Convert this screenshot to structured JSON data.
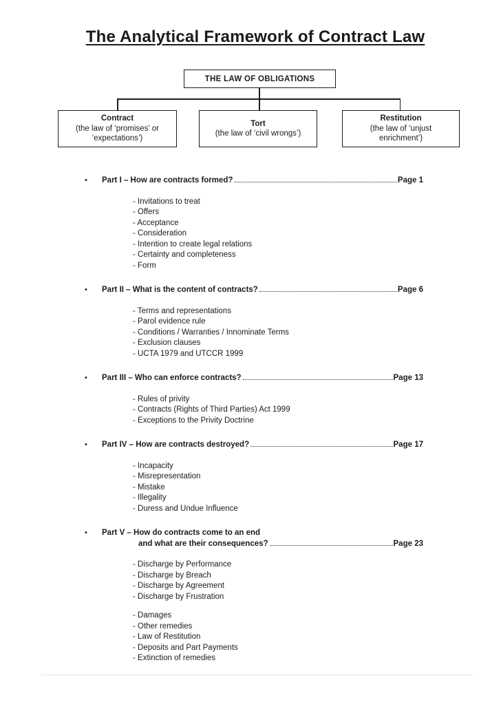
{
  "document": {
    "title": "The Analytical Framework of Contract Law"
  },
  "diagram": {
    "root_label": "THE LAW OF OBLIGATIONS",
    "branches": [
      {
        "name": "Contract",
        "description": "(the law of ‘promises’ or ‘expectations’)"
      },
      {
        "name": "Tort",
        "description": "(the law of ‘civil wrongs’)"
      },
      {
        "name": "Restitution",
        "description": "(the law of ‘unjust enrichment’)"
      }
    ]
  },
  "toc": {
    "bullet": "•",
    "parts": [
      {
        "heading": "Part I – How are contracts formed?",
        "page": "Page 1",
        "items": [
          "- Invitations to treat",
          "- Offers",
          "- Acceptance",
          "- Consideration",
          "- Intention to create legal relations",
          "- Certainty and completeness",
          "- Form"
        ]
      },
      {
        "heading": "Part II – What is the content of contracts?",
        "page": "Page 6",
        "items": [
          "- Terms and representations",
          "- Parol evidence rule",
          "- Conditions / Warranties / Innominate Terms",
          "- Exclusion clauses",
          "- UCTA 1979 and UTCCR 1999"
        ]
      },
      {
        "heading": "Part III – Who can enforce contracts?",
        "page": "Page 13",
        "items": [
          "- Rules of privity",
          "- Contracts (Rights of Third Parties) Act 1999",
          "- Exceptions to the Privity Doctrine"
        ]
      },
      {
        "heading": "Part IV – How are contracts destroyed?",
        "page": "Page 17",
        "items": [
          "- Incapacity",
          "- Misrepresentation",
          "- Mistake",
          "- Illegality",
          "- Duress and Undue Influence"
        ]
      },
      {
        "heading": "Part V – How do contracts come to an end",
        "heading_line2": "and what are their consequences?",
        "page": "Page 23",
        "items": [
          "- Discharge by Performance",
          "- Discharge by Breach",
          "- Discharge by Agreement",
          "- Discharge by Frustration"
        ],
        "items2": [
          "- Damages",
          "- Other remedies",
          "- Law of Restitution",
          "- Deposits and Part Payments",
          "- Extinction of remedies"
        ]
      }
    ]
  }
}
